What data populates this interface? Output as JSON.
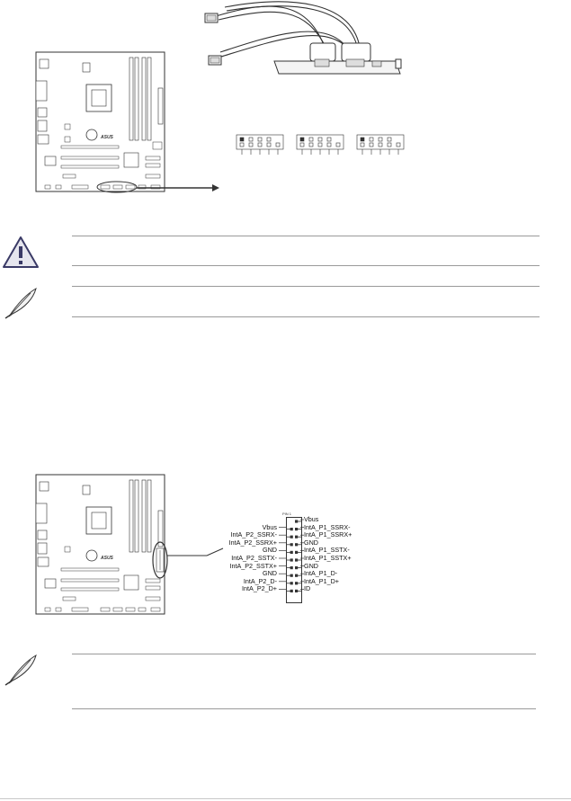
{
  "board_brand": "ASUS",
  "header_pin_mark": "PIN 1",
  "pinout": {
    "left": [
      "Vbus",
      "IntA_P2_SSRX-",
      "IntA_P2_SSRX+",
      "GND",
      "IntA_P2_SSTX-",
      "IntA_P2_SSTX+",
      "GND",
      "IntA_P2_D-",
      "IntA_P2_D+"
    ],
    "right": [
      "Vbus",
      "IntA_P1_SSRX-",
      "IntA_P1_SSRX+",
      "GND",
      "IntA_P1_SSTX-",
      "IntA_P1_SSTX+",
      "GND",
      "IntA_P1_D-",
      "IntA_P1_D+",
      "ID"
    ]
  },
  "icons": {
    "warning": "warning-triangle-icon",
    "note": "feather-pen-icon"
  },
  "colors": {
    "line": "#9a9a9a",
    "ink": "#222222",
    "warning_fill": "#e6e6ee"
  }
}
